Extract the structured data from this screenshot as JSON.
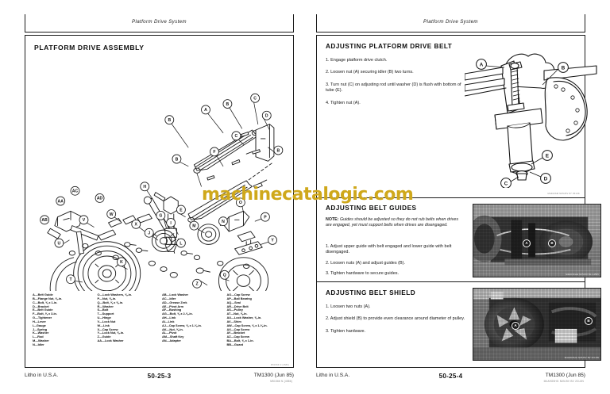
{
  "document": {
    "running_head": "Platform Drive System",
    "manual_number": "TM1300 (Jun 85)",
    "litho": "Litho in U.S.A."
  },
  "left_page": {
    "page_number": "50-25-3",
    "title": "PLATFORM DRIVE ASSEMBLY",
    "drawing_code": "M51566 N (4586)",
    "legend_columns": [
      [
        "A—Belt Guide",
        "B—Flange Nut, ⅝-in.",
        "C—Bolt, ⅝ x 1-in.",
        "D—Bracket",
        "E—Belt Guide",
        "F—Bolt, ⅝ x 3-in.",
        "G—Tightener",
        "H—Lever",
        "I—Gauge",
        "J—Spring",
        "K—Washer",
        "L—Rod",
        "M—Washer",
        "N—Idler"
      ],
      [
        "O—Lock Washers, ⅝-in.",
        "P—Nut, ⅝-in.",
        "Q—Bolt, ⅝ x ⅝-in.",
        "R—Washer",
        "S—Bolt",
        "T—Support",
        "U—Hinge",
        "V—Lock Nut",
        "W—Link",
        "X—Cap Screw",
        "Y—Lock Nut, ⅝-in.",
        "Z—Guide",
        "AA—Lock Washer"
      ],
      [
        "AB—Lock Washer",
        "AC—Idler",
        "AD—Grease Zerk",
        "AE—Pivot Arm",
        "AF—Bushing",
        "AG—Bolt, ⅝ x 2-⅜-in.",
        "AH—Link",
        "AI—Link",
        "AJ—Cap Screw, ⅝ x 1-⅜-in.",
        "AK—Nut, ⅝-in.",
        "AL—Pivot",
        "AM—Shaft Key",
        "AN—Adapter"
      ],
      [
        "AO—Cap Screw",
        "AP—Ball Bearing",
        "AQ—Seal",
        "AR—Drive Belt",
        "AS—Pulley",
        "AT—Nut, ⅝-in.",
        "AU—Lock Washer, ⅝-in.",
        "AV—Shim",
        "AW—Cap Screw, ⅝ x 1-⅜-in.",
        "AX—Cap Screw",
        "AY—Bracket",
        "AZ—Cap Screw",
        "BA—Bolt, ⅝ x 1-in.",
        "BB—Guard"
      ]
    ]
  },
  "right_page": {
    "page_number": "50-25-4",
    "panels": [
      {
        "title": "ADJUSTING PLATFORM DRIVE BELT",
        "note": null,
        "steps": [
          "1.  Engage platform drive clutch.",
          "2.  Loosen nut (A) securing idler (B) two turns.",
          "3.  Turn nut (C) on adjusting rod until washer (D) is flush with bottom of tube (E).",
          "4.  Tighten nut (A)."
        ],
        "figure_code": "M44026M N05J5V 87 3513K",
        "figure_callouts": [
          "A",
          "B",
          "C",
          "D",
          "E"
        ]
      },
      {
        "title": "ADJUSTING BELT GUIDES",
        "note_label": "NOTE:",
        "note": "Guides should be adjusted so they do not rub belts when drives are engaged, yet must support belts when drives are disengaged.",
        "steps": [
          "1.  Adjust upper guide with belt engaged and lower guide with belt disengaged.",
          "2.  Loosen nuts (A) and adjust guides (B).",
          "3.  Tighten hardware to secure guides."
        ],
        "figure_code": "M44U3CHH N05J5V BL L4595",
        "figure_callouts": [
          "A",
          "B"
        ]
      },
      {
        "title": "ADJUSTING BELT SHIELD",
        "note": null,
        "steps": [
          "1.  Loosen two nuts (A).",
          "2.  Adjust shield (B) to provide even clearance around diameter of pulley.",
          "3.  Tighten hardware."
        ],
        "figure_code": "M4A9G5HG N05J5V BV 2CL8N",
        "figure_callouts": [
          "A",
          "B"
        ]
      }
    ]
  },
  "watermark": {
    "text": "machinecatalogic.com",
    "color": "#cfa81b"
  }
}
